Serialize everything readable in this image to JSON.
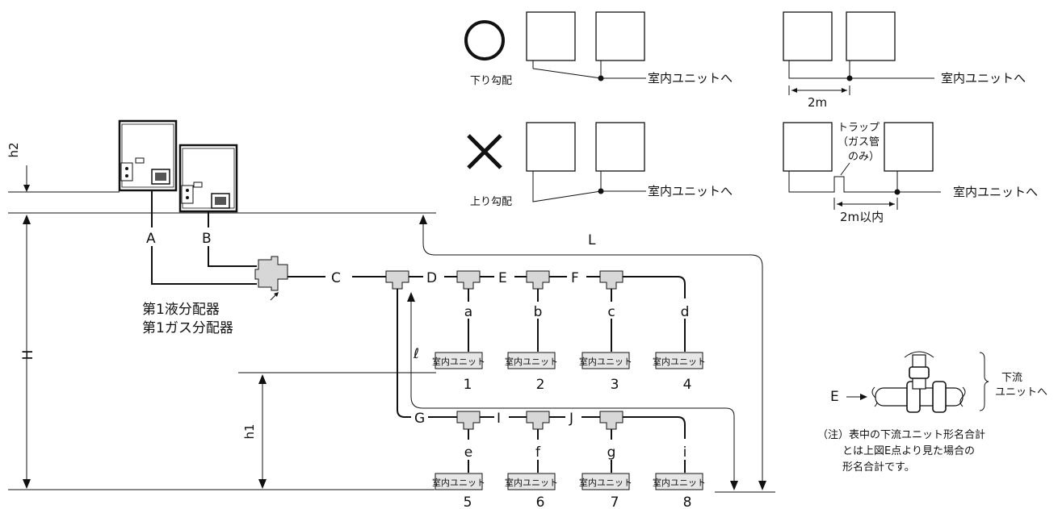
{
  "legend": {
    "ok_symbol": "○",
    "ng_symbol": "×",
    "down_slope": "下り勾配",
    "up_slope": "上り勾配",
    "to_indoor": "室内ユニットへ",
    "dist_2m": "2m",
    "trap": "トラップ",
    "trap_gas1": "（ガス管",
    "trap_gas2": "のみ）",
    "within_2m": "2m以内"
  },
  "diagram": {
    "h2": "h2",
    "H": "H",
    "h1": "h1",
    "L": "L",
    "ell": "ℓ",
    "outdoor_pipes": [
      "A",
      "B"
    ],
    "main_pipes": [
      "C",
      "D",
      "E",
      "F"
    ],
    "lower_pipes": [
      "G",
      "I",
      "J"
    ],
    "branches_upper": [
      "a",
      "b",
      "c",
      "d"
    ],
    "branches_lower": [
      "e",
      "f",
      "g",
      "i"
    ],
    "indoor_unit": "室内ユニット",
    "numbers_upper": [
      "1",
      "2",
      "3",
      "4"
    ],
    "numbers_lower": [
      "5",
      "6",
      "7",
      "8"
    ],
    "distributor_line1": "第1液分配器",
    "distributor_line2": "第1ガス分配器"
  },
  "detail": {
    "point": "E",
    "downstream1": "下流",
    "downstream2": "ユニットへ"
  },
  "note": {
    "line1": "（注）表中の下流ユニット形名合計",
    "line2": "とは上図E点より見た場合の",
    "line3": "形名合計です。"
  }
}
